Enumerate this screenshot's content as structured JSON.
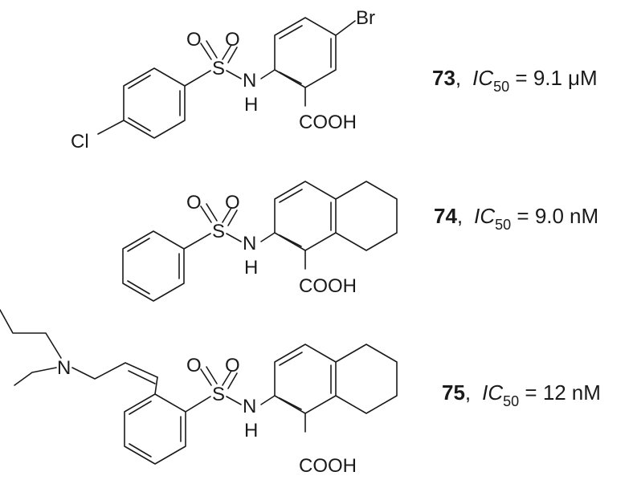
{
  "atoms": {
    "O": "O",
    "S": "S",
    "N": "N",
    "H": "H",
    "Br": "Br",
    "Cl": "Cl",
    "COOH": "COOH"
  },
  "compounds": [
    {
      "number": "73",
      "sep": ",",
      "ic": "IC",
      "ic_sub": "50",
      "eq": " = ",
      "value": "9.1",
      "unit": "μM"
    },
    {
      "number": "74",
      "sep": ",",
      "ic": "IC",
      "ic_sub": "50",
      "eq": " = ",
      "value": "9.0",
      "unit": "nM"
    },
    {
      "number": "75",
      "sep": ",",
      "ic": "IC",
      "ic_sub": "50",
      "eq": " = ",
      "value": "12",
      "unit": "nM"
    }
  ]
}
